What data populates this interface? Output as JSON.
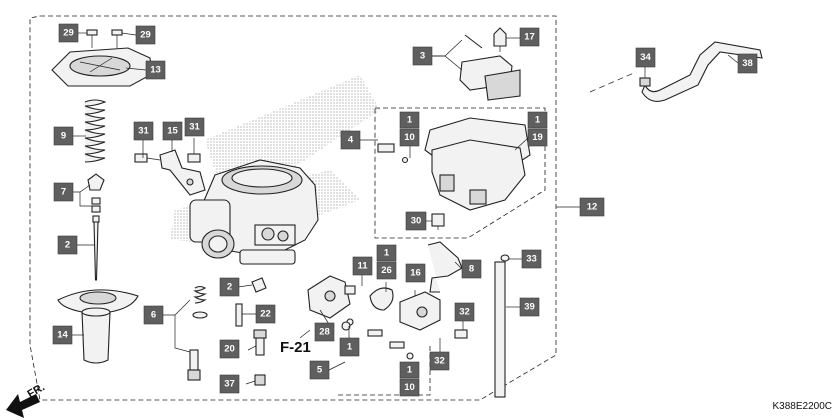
{
  "diagram": {
    "drawing_code": "K388E2200C",
    "front_marker": "FR.",
    "ref_label": "F-21",
    "callouts": [
      {
        "id": "c29a",
        "num": "29"
      },
      {
        "id": "c29b",
        "num": "29"
      },
      {
        "id": "c13",
        "num": "13"
      },
      {
        "id": "c9",
        "num": "9"
      },
      {
        "id": "c7",
        "num": "7"
      },
      {
        "id": "c2a",
        "num": "2"
      },
      {
        "id": "c14",
        "num": "14"
      },
      {
        "id": "c31a",
        "num": "31"
      },
      {
        "id": "c15",
        "num": "15"
      },
      {
        "id": "c31b",
        "num": "31"
      },
      {
        "id": "c3",
        "num": "3"
      },
      {
        "id": "c17",
        "num": "17"
      },
      {
        "id": "c4",
        "num": "4"
      },
      {
        "id": "c1a",
        "num": "1"
      },
      {
        "id": "c10a",
        "num": "10"
      },
      {
        "id": "c1b",
        "num": "1"
      },
      {
        "id": "c19",
        "num": "19"
      },
      {
        "id": "c12",
        "num": "12"
      },
      {
        "id": "c30",
        "num": "30"
      },
      {
        "id": "c33",
        "num": "33"
      },
      {
        "id": "c11",
        "num": "11"
      },
      {
        "id": "c1c",
        "num": "1"
      },
      {
        "id": "c26",
        "num": "26"
      },
      {
        "id": "c16",
        "num": "16"
      },
      {
        "id": "c8",
        "num": "8"
      },
      {
        "id": "c6",
        "num": "6"
      },
      {
        "id": "c2b",
        "num": "2"
      },
      {
        "id": "c22",
        "num": "22"
      },
      {
        "id": "c28",
        "num": "28"
      },
      {
        "id": "c1d",
        "num": "1"
      },
      {
        "id": "c32a",
        "num": "32"
      },
      {
        "id": "c32b",
        "num": "32"
      },
      {
        "id": "c39",
        "num": "39"
      },
      {
        "id": "c20",
        "num": "20"
      },
      {
        "id": "c5",
        "num": "5"
      },
      {
        "id": "c1e",
        "num": "1"
      },
      {
        "id": "c10b",
        "num": "10"
      },
      {
        "id": "c37",
        "num": "37"
      },
      {
        "id": "c34",
        "num": "34"
      },
      {
        "id": "c38",
        "num": "38"
      }
    ]
  }
}
